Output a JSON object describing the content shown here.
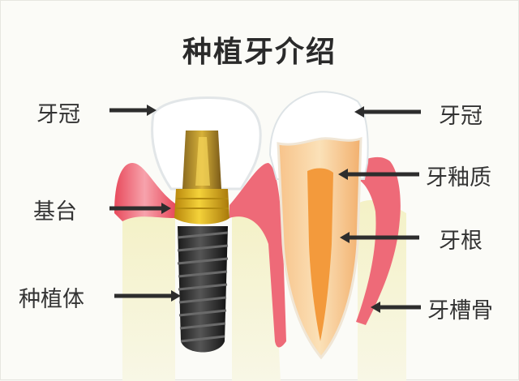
{
  "title": "种植牙介绍",
  "labels": {
    "left_crown": "牙冠",
    "abutment": "基台",
    "implant_body": "种植体",
    "right_crown": "牙冠",
    "enamel": "牙釉质",
    "root": "牙根",
    "alveolar_bone": "牙槽骨"
  }
}
